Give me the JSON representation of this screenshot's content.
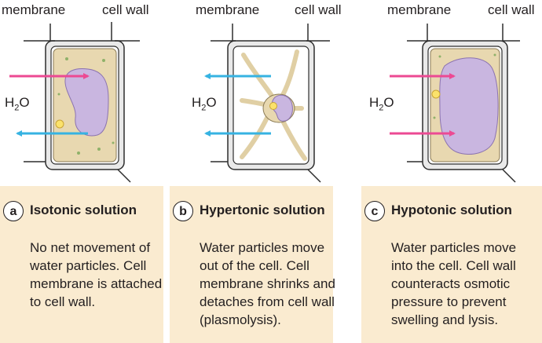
{
  "labels": {
    "membrane": "membrane",
    "cell_wall": "cell wall",
    "water_base": "H",
    "water_sub": "2",
    "water_tail": "O"
  },
  "colors": {
    "inflow_arrow": "#ec4a93",
    "outflow_arrow": "#36b3e2",
    "cytoplasm": "#e8d8b0",
    "vacuole": "#c9b6e0",
    "cell_wall": "#e9e9e9",
    "panel_bg": "#faebd0"
  },
  "panels": [
    {
      "letter": "a",
      "title": "Isotonic solution",
      "description": "No net movement of water particles. Cell membrane is attached to cell wall."
    },
    {
      "letter": "b",
      "title": "Hypertonic solution",
      "description": "Water particles move out of the cell. Cell membrane shrinks and detaches from cell wall (plasmolysis)."
    },
    {
      "letter": "c",
      "title": "Hypotonic solution",
      "description": "Water particles move into the cell. Cell wall counteracts osmotic pressure to prevent swelling and lysis."
    }
  ]
}
